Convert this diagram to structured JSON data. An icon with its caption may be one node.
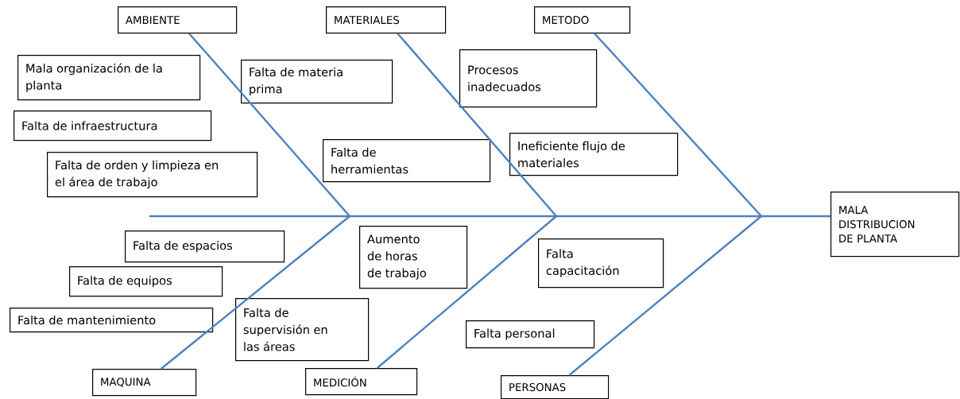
{
  "diagram": {
    "nodes": [
      {
        "text": [
          "AMBIENTE"
        ]
      },
      {
        "text": [
          "MATERIALES"
        ]
      },
      {
        "text": [
          "METODO"
        ]
      },
      {
        "text": [
          "Mala organización de la planta"
        ]
      },
      {
        "text": [
          "Falta de infraestructura"
        ]
      },
      {
        "text": [
          "Falta de orden y limpieza en el área de trabajo"
        ]
      },
      {
        "text": [
          "Falta de materia prima"
        ]
      },
      {
        "text": [
          "Falta de herramientas"
        ]
      },
      {
        "text": [
          "Procesos inadecuados"
        ]
      },
      {
        "text": [
          "Ineficiente flujo de materiales"
        ]
      },
      {
        "text": [
          "MALA DISTRIBUCION DE PLANTA"
        ]
      },
      {
        "text": [
          "Falta de espacios"
        ]
      },
      {
        "text": [
          "Aumento de horas de trabajo"
        ]
      },
      {
        "text": [
          "Falta capacitación"
        ]
      },
      {
        "text": [
          "Falta de equipos"
        ]
      },
      {
        "text": [
          "Falta de mantenimiento"
        ]
      },
      {
        "text": [
          "Falta de supervisión en las áreas"
        ]
      },
      {
        "text": [
          "Falta personal"
        ]
      },
      {
        "text": [
          "MAQUINA"
        ]
      },
      {
        "text": [
          "MEDICIÓN"
        ]
      },
      {
        "text": [
          "PERSONAS"
        ]
      }
    ],
    "edges": [
      {
        "from": null,
        "to": 10,
        "arrow": "none"
      },
      {
        "from": 0,
        "to": null,
        "arrow": "none"
      },
      {
        "from": 1,
        "to": null,
        "arrow": "none"
      },
      {
        "from": 2,
        "to": null,
        "arrow": "none"
      },
      {
        "from": 18,
        "to": null,
        "arrow": "none"
      },
      {
        "from": 19,
        "to": null,
        "arrow": "none"
      },
      {
        "from": 20,
        "to": null,
        "arrow": "none"
      }
    ]
  }
}
